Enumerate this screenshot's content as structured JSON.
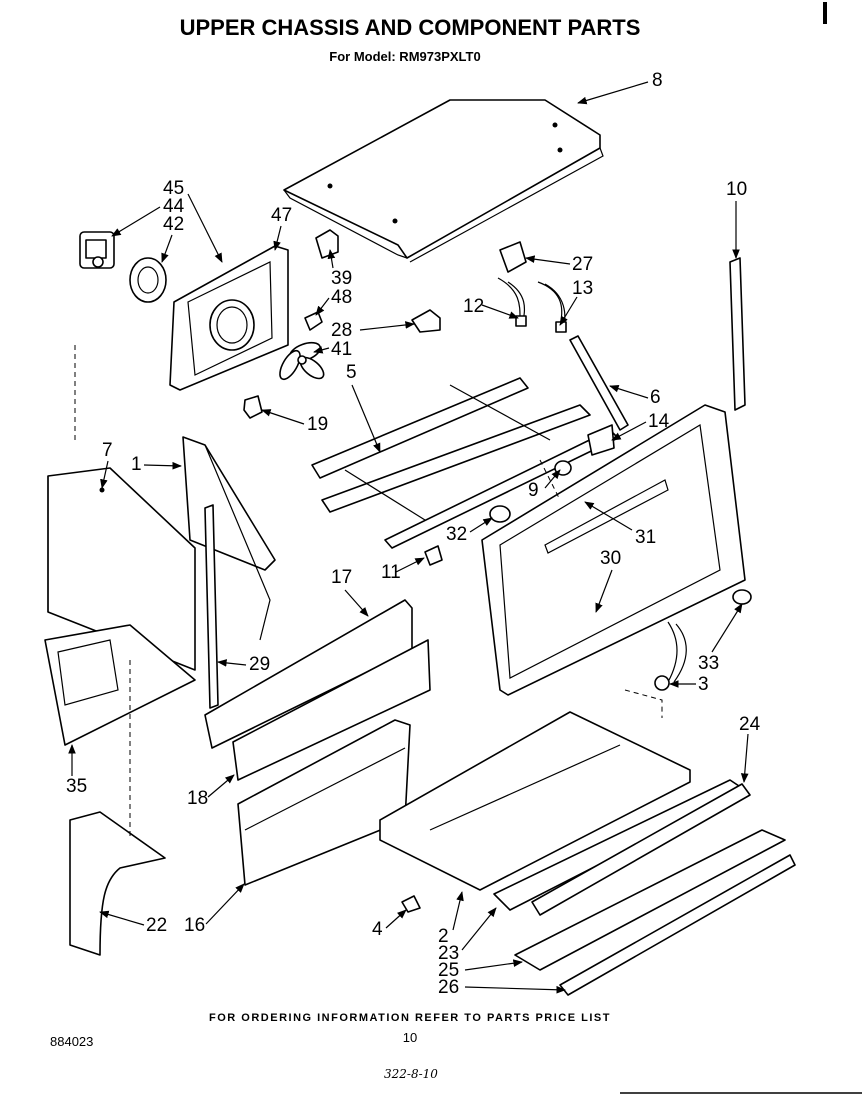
{
  "page": {
    "title": "UPPER CHASSIS AND COMPONENT PARTS",
    "subtitle": "For Model: RM973PXLT0",
    "footer_note": "FOR ORDERING INFORMATION REFER TO PARTS PRICE LIST",
    "page_number": "10",
    "doc_number": "884023",
    "handwritten_code": "322-8-10"
  },
  "callouts": [
    {
      "id": "c8",
      "label": "8"
    },
    {
      "id": "c45",
      "label": "45"
    },
    {
      "id": "c44",
      "label": "44"
    },
    {
      "id": "c42",
      "label": "42"
    },
    {
      "id": "c47",
      "label": "47"
    },
    {
      "id": "c39",
      "label": "39"
    },
    {
      "id": "c48",
      "label": "48"
    },
    {
      "id": "c28",
      "label": "28"
    },
    {
      "id": "c41",
      "label": "41"
    },
    {
      "id": "c19",
      "label": "19"
    },
    {
      "id": "c27",
      "label": "27"
    },
    {
      "id": "c12",
      "label": "12"
    },
    {
      "id": "c13",
      "label": "13"
    },
    {
      "id": "c10",
      "label": "10"
    },
    {
      "id": "c5",
      "label": "5"
    },
    {
      "id": "c6",
      "label": "6"
    },
    {
      "id": "c14",
      "label": "14"
    },
    {
      "id": "c7",
      "label": "7"
    },
    {
      "id": "c1",
      "label": "1"
    },
    {
      "id": "c9",
      "label": "9"
    },
    {
      "id": "c32",
      "label": "32"
    },
    {
      "id": "c31",
      "label": "31"
    },
    {
      "id": "c11",
      "label": "11"
    },
    {
      "id": "c30",
      "label": "30"
    },
    {
      "id": "c17",
      "label": "17"
    },
    {
      "id": "c29",
      "label": "29"
    },
    {
      "id": "c33",
      "label": "33"
    },
    {
      "id": "c3",
      "label": "3"
    },
    {
      "id": "c35",
      "label": "35"
    },
    {
      "id": "c24",
      "label": "24"
    },
    {
      "id": "c18",
      "label": "18"
    },
    {
      "id": "c22",
      "label": "22"
    },
    {
      "id": "c16",
      "label": "16"
    },
    {
      "id": "c4",
      "label": "4"
    },
    {
      "id": "c2",
      "label": "2"
    },
    {
      "id": "c23",
      "label": "23"
    },
    {
      "id": "c25",
      "label": "25"
    },
    {
      "id": "c26",
      "label": "26"
    }
  ]
}
